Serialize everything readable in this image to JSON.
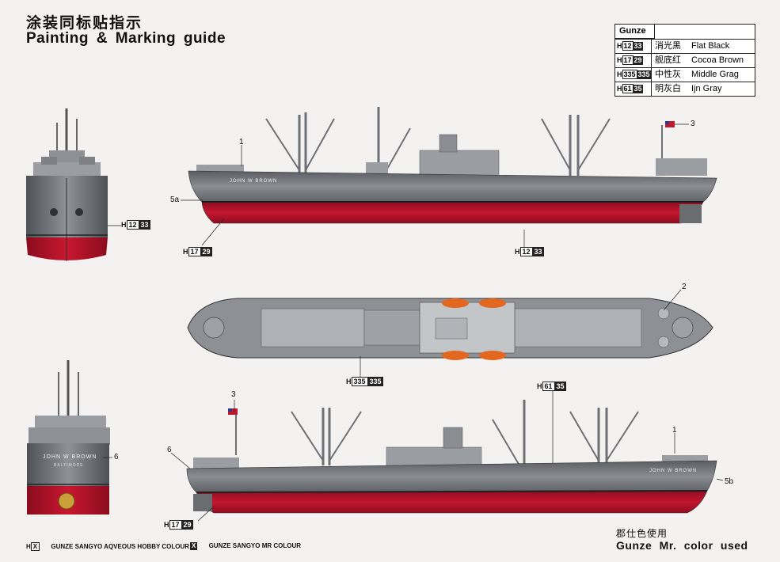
{
  "header": {
    "title_cn": "涂装同标贴指示",
    "title_en": "Painting & Marking guide"
  },
  "legend": {
    "header": "Gunze",
    "rows": [
      {
        "prefix": "H",
        "num": "12",
        "mr": "33",
        "cn": "消光黑",
        "en": "Flat Black"
      },
      {
        "prefix": "H",
        "num": "17",
        "mr": "29",
        "cn": "舰底红",
        "en": "Cocoa Brown"
      },
      {
        "prefix": "H",
        "num": "335",
        "mr": "335",
        "cn": "中性灰",
        "en": "Middle Grag"
      },
      {
        "prefix": "H",
        "num": "61",
        "mr": "35",
        "cn": "明灰白",
        "en": "Ijn Gray"
      }
    ]
  },
  "callouts": {
    "front_h12": {
      "prefix": "H",
      "num": "12",
      "mr": "33"
    },
    "side_h17": {
      "prefix": "H",
      "num": "17",
      "mr": "29"
    },
    "side_h12": {
      "prefix": "H",
      "num": "12",
      "mr": "33"
    },
    "top_h335": {
      "prefix": "H",
      "num": "335",
      "mr": "335"
    },
    "bottom_h61": {
      "prefix": "H",
      "num": "61",
      "mr": "35"
    },
    "bottom_h17": {
      "prefix": "H",
      "num": "17",
      "mr": "29"
    }
  },
  "markers": {
    "m1_top": "1",
    "m3_top": "3",
    "m5a": "5a",
    "m2": "2",
    "m3_bottom": "3",
    "m6_stern": "6",
    "m6_side": "6",
    "m1_bottom": "1",
    "m5b": "5b"
  },
  "hull_text": {
    "name": "JOHN W BROWN",
    "port": "BALTIMORE"
  },
  "footer": {
    "aqueous_prefix": "H",
    "aqueous_box": "X",
    "aqueous_label": "GUNZE SANGYO AQVEOUS HOBBY COLOUR",
    "mr_box": "X",
    "mr_label": "GUNZE SANGYO MR COLOUR",
    "used_cn": "郡仕色使用",
    "used_en": "Gunze Mr. color used"
  },
  "colors": {
    "hull_gray": "#8a8d91",
    "hull_dark": "#3f4347",
    "bottom_red": "#b3112a",
    "deck_gray": "#9ea2a6",
    "light_gray": "#c3c6c9"
  }
}
